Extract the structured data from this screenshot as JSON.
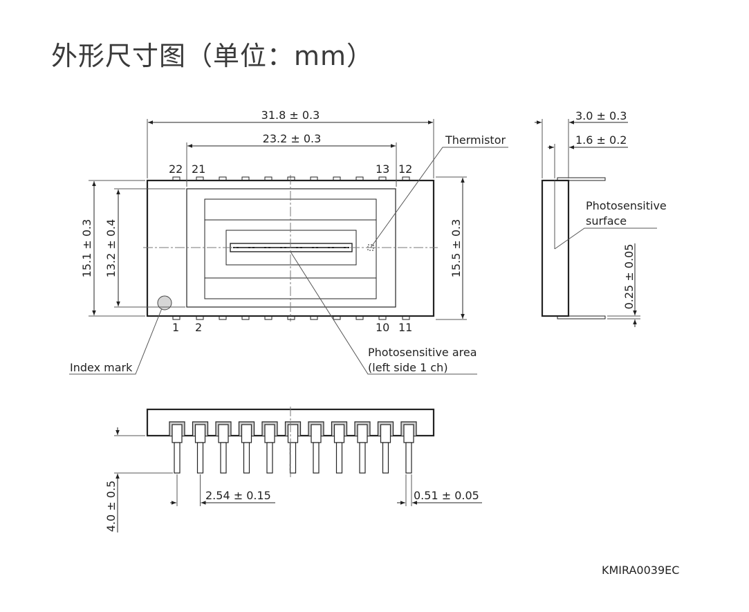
{
  "title": "外形尺寸图（单位：mm）",
  "drawing_code": "KMIRA0039EC",
  "dimensions": {
    "overall_length": "31.8 ± 0.3",
    "pin_span": "23.2 ± 0.3",
    "overall_width": "15.1 ± 0.3",
    "inner_width": "13.2 ± 0.4",
    "lead_span": "15.5 ± 0.3",
    "thickness": "3.0 ± 0.3",
    "surface_depth": "1.6 ± 0.2",
    "lead_thickness": "0.25 ± 0.05",
    "lead_length": "4.0 ± 0.5",
    "pitch": "2.54 ± 0.15",
    "lead_width": "0.51 ± 0.05"
  },
  "labels": {
    "thermistor": "Thermistor",
    "photosensitive_surface_1": "Photosensitive",
    "photosensitive_surface_2": "surface",
    "photosensitive_area_1": "Photosensitive area",
    "photosensitive_area_2": "(left side 1 ch)",
    "index_mark": "Index mark"
  },
  "pins": {
    "p22": "22",
    "p21": "21",
    "p13": "13",
    "p12": "12",
    "p1": "1",
    "p2": "2",
    "p10": "10",
    "p11": "11"
  }
}
